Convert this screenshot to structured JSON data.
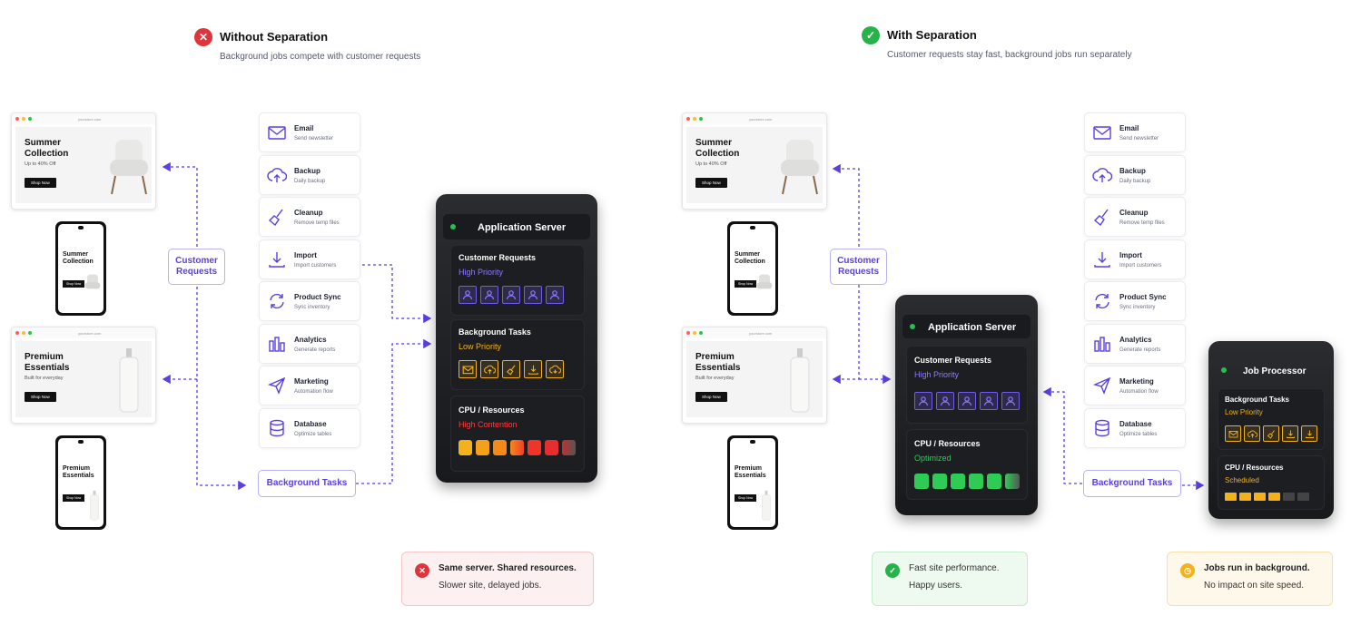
{
  "left": {
    "heading": "Without Separation",
    "subheading": "Background jobs compete with customer requests",
    "customer_tag": "Customer Requests",
    "bg_tag": "Background Tasks",
    "server": {
      "title": "Application Server",
      "cust_label": "Customer Requests",
      "cust_sub": "High Priority",
      "bg_label": "Background Tasks",
      "bg_sub": "Low Priority",
      "cpu_label": "CPU / Resources",
      "cpu_sub": "High Contention"
    },
    "message": {
      "line1": "Same server. Shared resources.",
      "line2": "Slower site, delayed jobs."
    }
  },
  "right": {
    "heading": "With Separation",
    "subheading": "Customer requests stay fast, background jobs run separately",
    "customer_tag": "Customer Requests",
    "bg_tag": "Background Tasks",
    "server": {
      "title": "Application Server",
      "cust_label": "Customer Requests",
      "cust_sub": "High Priority",
      "cpu_label": "CPU / Resources",
      "cpu_sub": "Optimized"
    },
    "job": {
      "title": "Job Processor",
      "bg_label": "Background Tasks",
      "bg_sub": "Low Priority",
      "cpu_label": "CPU / Resources",
      "cpu_sub": "Scheduled"
    },
    "message1": {
      "line1": "Fast site performance.",
      "line2": "Happy users."
    },
    "message2": {
      "line1": "Jobs run in background.",
      "line2": "No impact on site speed."
    }
  },
  "site": {
    "url": "yourstore.com",
    "summer_title": "Summer Collection",
    "summer_sub": "Up to 40% Off",
    "premium_title": "Premium Essentials",
    "premium_sub": "Built for everyday",
    "shop_btn": "Shop Now"
  },
  "tasks": [
    {
      "name": "Email",
      "desc": "Send newsletter",
      "icon": "mail-icon"
    },
    {
      "name": "Backup",
      "desc": "Daily backup",
      "icon": "cloud-upload-icon"
    },
    {
      "name": "Cleanup",
      "desc": "Remove temp files",
      "icon": "broom-icon"
    },
    {
      "name": "Import",
      "desc": "Import customers",
      "icon": "download-icon"
    },
    {
      "name": "Product Sync",
      "desc": "Sync inventory",
      "icon": "sync-icon"
    },
    {
      "name": "Analytics",
      "desc": "Generate reports",
      "icon": "chart-icon"
    },
    {
      "name": "Marketing",
      "desc": "Automation flow",
      "icon": "paper-plane-icon"
    },
    {
      "name": "Database",
      "desc": "Optimize tables",
      "icon": "database-icon"
    }
  ],
  "colors": {
    "accent": "#5b3fe0",
    "red": "#e0343c",
    "green": "#27b34a",
    "amber": "#f4b21a"
  }
}
